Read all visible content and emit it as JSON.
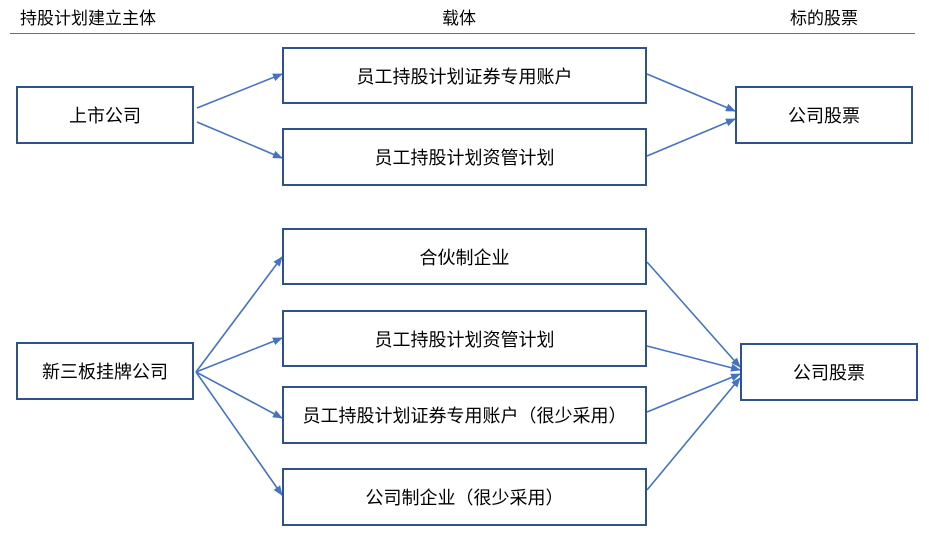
{
  "header": {
    "col1": "持股计划建立主体",
    "col2": "载体",
    "col3": "标的股票"
  },
  "top": {
    "entity": "上市公司",
    "vehicles": [
      "员工持股计划证券专用账户",
      "员工持股计划资管计划"
    ],
    "target": "公司股票"
  },
  "bottom": {
    "entity": "新三板挂牌公司",
    "vehicles": [
      "合伙制企业",
      "员工持股计划资管计划",
      "员工持股计划证券专用账户（很少采用）",
      "公司制企业（很少采用）"
    ],
    "target": "公司股票"
  },
  "colors": {
    "border": "#2f528f",
    "arrow": "#4472c4",
    "rule": "#4472c4"
  }
}
